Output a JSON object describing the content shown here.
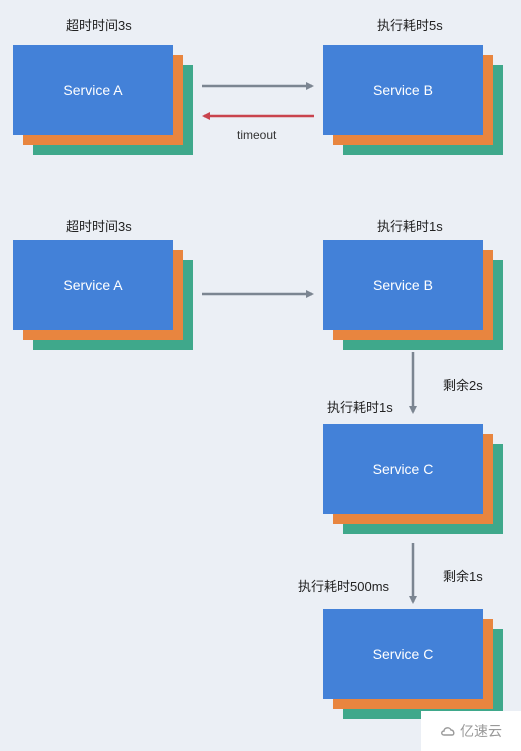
{
  "section1": {
    "left_label": "超时时间3s",
    "right_label": "执行耗时5s",
    "service_a": "Service A",
    "service_b": "Service B",
    "timeout_label": "timeout"
  },
  "section2": {
    "left_label": "超时时间3s",
    "right_label": "执行耗时1s",
    "service_a": "Service A",
    "service_b": "Service B",
    "remaining_1": "剩余2s",
    "exec_1": "执行耗时1s",
    "service_c1": "Service C",
    "remaining_2": "剩余1s",
    "exec_2": "执行耗时500ms",
    "service_c2": "Service C"
  },
  "watermark": {
    "text": "亿速云"
  },
  "colors": {
    "background": "#ebeff5",
    "box_blue": "#4381d8",
    "box_orange": "#e8853f",
    "box_teal": "#3fa88b",
    "arrow_gray": "#7b8591",
    "arrow_red": "#c9434d"
  }
}
